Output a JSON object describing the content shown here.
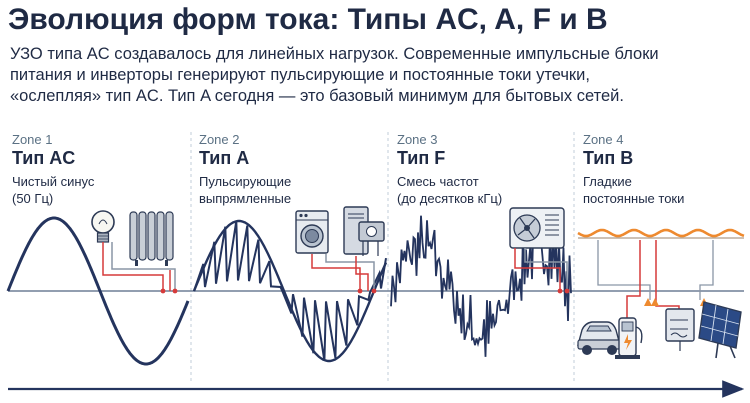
{
  "title": "Эволюция форм тока: Типы AC, A, F и B",
  "intro": [
    "УЗО типа AC создавалось для линейных нагрузок. Современные импульсные блоки",
    "питания и инверторы генерируют пульсирующие и постоянные токи утечки,",
    "«ослепляя» тип AC. Тип A сегодня — это базовый минимум для бытовых сетей."
  ],
  "zones": [
    {
      "zone": "Zone 1",
      "type": "Тип AC",
      "desc": [
        "Чистый синус",
        "(50 Гц)"
      ],
      "icons": [
        "light-bulb-icon",
        "radiator-icon"
      ]
    },
    {
      "zone": "Zone 2",
      "type": "Тип A",
      "desc": [
        "Пульсирующие",
        "выпрямленные"
      ],
      "icons": [
        "washing-machine-icon",
        "computer-icon"
      ]
    },
    {
      "zone": "Zone 3",
      "type": "Тип F",
      "desc": [
        "Смесь частот",
        "(до десятков кГц)"
      ],
      "icons": [
        "air-conditioner-icon"
      ]
    },
    {
      "zone": "Zone 4",
      "type": "Тип B",
      "desc": [
        "Гладкие",
        "постоянные токи"
      ],
      "icons": [
        "electric-car-icon",
        "ev-charger-icon",
        "inverter-icon",
        "solar-panel-icon"
      ]
    }
  ],
  "colors": {
    "navy": "#1f2a44",
    "wave": "#24345e",
    "wire_red": "#d63a3a",
    "orange": "#ee8a2f",
    "gray": "#8a96a6",
    "axis": "#6f7f95"
  }
}
